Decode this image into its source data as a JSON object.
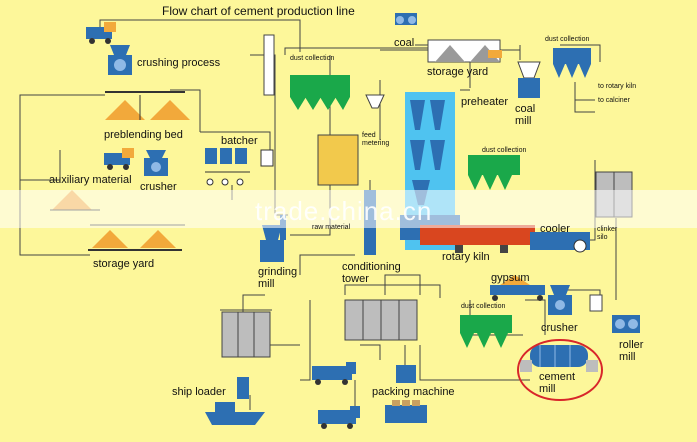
{
  "title": "Flow chart of cement production line",
  "labels": {
    "crushing_process": "crushing process",
    "coal": "coal",
    "storage_yard_top": "storage yard",
    "dust_collection_top": "dust collection",
    "dust_collection_top_right": "dust collection",
    "to_rotary_kiln": "to rotary kiln",
    "to_calciner": "to calciner",
    "preheater": "preheater",
    "coal_mill": "coal\nmill",
    "preblending_bed": "preblending bed",
    "feed_metering": "feed\nmetering",
    "batcher": "batcher",
    "auxiliary_material": "auxiliary material",
    "crusher_left": "crusher",
    "dust_collection_mid": "dust collection",
    "raw_material": "raw material",
    "cooler": "cooler",
    "clinker_silo": "clinker\nsilo",
    "storage_yard_left": "storage yard",
    "grinding_mill": "grinding\nmill",
    "conditioning_tower": "conditioning\ntower",
    "rotary_kiln": "rotary kiln",
    "gypsum": "gypsum",
    "dust_collection_low": "dust collection",
    "crusher_right": "crusher",
    "roller_mill": "roller\nmill",
    "cement_mill": "cement\nmill",
    "ship_loader": "ship loader",
    "packing_machine": "packing machine"
  },
  "watermark": "trade.china.cn",
  "colors": {
    "background": "#fdf79a",
    "equipment_blue": "#2d6fb2",
    "dust_green": "#1aa84a",
    "silo_gray": "#bdbdbd",
    "kiln_red": "#d9461f",
    "preheater_cyan": "#4fc3f0",
    "highlight_red": "#d8262a",
    "line": "#444444"
  }
}
